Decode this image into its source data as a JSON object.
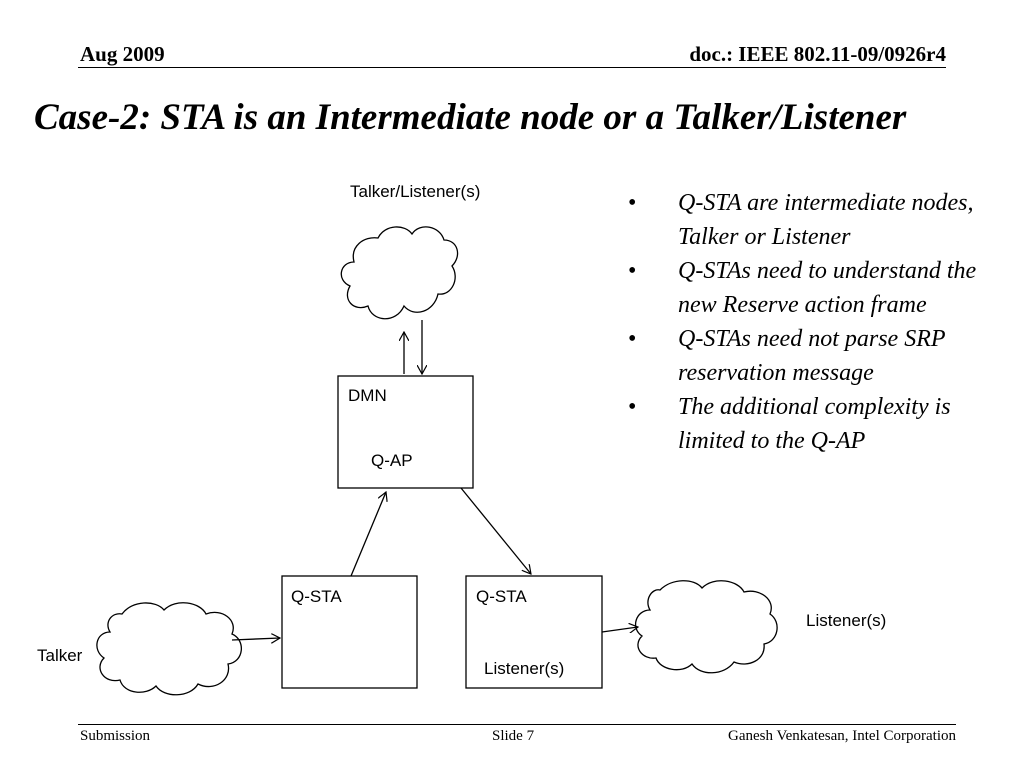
{
  "header": {
    "date": "Aug 2009",
    "doc": "doc.: IEEE 802.11-09/0926r4"
  },
  "title": "Case-2: STA is an Intermediate node or a Talker/Listener",
  "diagram": {
    "top_cloud_label": "Talker/Listener(s)",
    "ap_box_line1": "DMN",
    "ap_box_line2": "Q-AP",
    "left_sta_label": "Q-STA",
    "right_sta_label": "Q-STA",
    "right_sta_sublabel": "Listener(s)",
    "talker_label": "Talker",
    "right_cloud_label": "Listener(s)"
  },
  "bullets": [
    "Q-STA are intermediate nodes, Talker or Listener",
    "Q-STAs need to understand the new Reserve action frame",
    "Q-STAs need not parse SRP reservation message",
    "The additional complexity is limited to the Q-AP"
  ],
  "footer": {
    "left": "Submission",
    "center": "Slide 7",
    "right": "Ganesh Venkatesan, Intel Corporation"
  }
}
